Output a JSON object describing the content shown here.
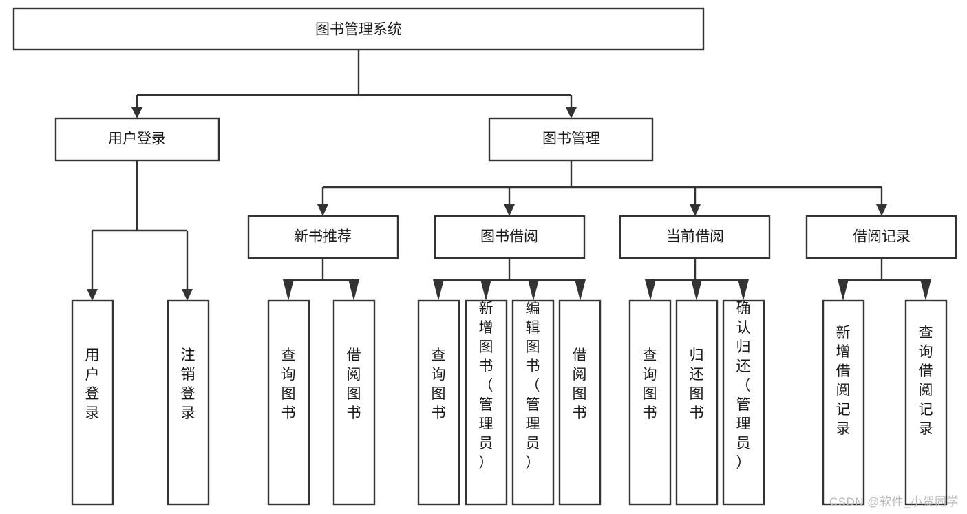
{
  "diagram": {
    "type": "tree-hierarchy",
    "title": "图书管理系统",
    "orientation": "top-down",
    "colors": {
      "box_stroke": "#333333",
      "box_fill": "#ffffff",
      "connector": "#333333",
      "text": "#1a1a1a",
      "background": "#ffffff",
      "watermark": "#b9b9b9"
    },
    "root": {
      "label": "图书管理系统"
    },
    "level1": [
      {
        "label": "用户登录"
      },
      {
        "label": "图书管理"
      }
    ],
    "level2": [
      {
        "label": "新书推荐"
      },
      {
        "label": "图书借阅"
      },
      {
        "label": "当前借阅"
      },
      {
        "label": "借阅记录"
      }
    ],
    "leaves": {
      "user_login": [
        {
          "label": "用户登录"
        },
        {
          "label": "注销登录"
        }
      ],
      "new_book_recommend": [
        {
          "label": "查询图书"
        },
        {
          "label": "借阅图书"
        }
      ],
      "book_borrow": [
        {
          "label": "查询图书"
        },
        {
          "label": "新增图书（管理员）"
        },
        {
          "label": "编辑图书（管理员）"
        },
        {
          "label": "借阅图书"
        }
      ],
      "current_borrow": [
        {
          "label": "查询图书"
        },
        {
          "label": "归还图书"
        },
        {
          "label": "确认归还（管理员）"
        }
      ],
      "borrow_record": [
        {
          "label": "新增借阅记录"
        },
        {
          "label": "查询借阅记录"
        }
      ]
    }
  },
  "watermark": {
    "text": "CSDN @软件_小贺同学"
  }
}
